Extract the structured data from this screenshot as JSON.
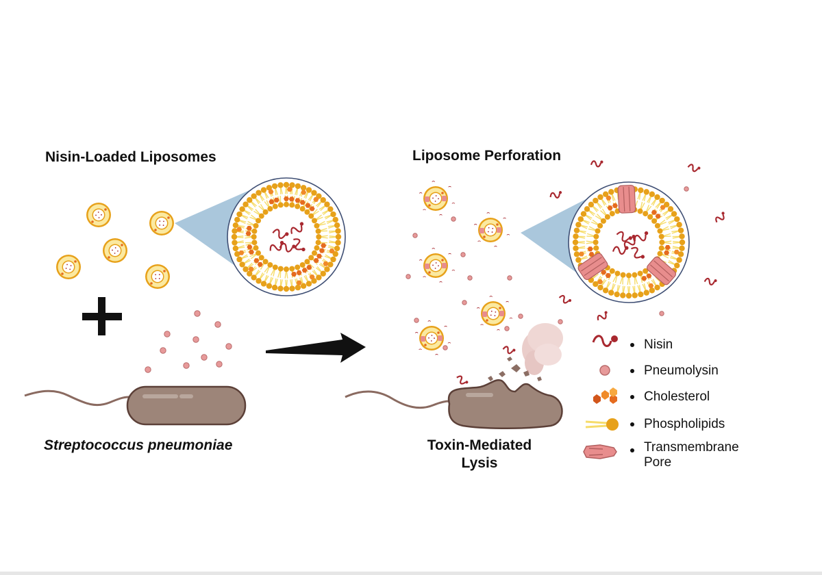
{
  "figure": {
    "left_panel_title": "Nisin-Loaded Liposomes",
    "right_panel_title": "Liposome Perforation",
    "bacterium_label": "Streptococcus pneumoniae",
    "lysis_label_line1": "Toxin-Mediated",
    "lysis_label_line2": "Lysis"
  },
  "legend": {
    "items": [
      {
        "label": "Nisin",
        "icon": "nisin-icon"
      },
      {
        "label": "Pneumolysin",
        "icon": "pneumolysin-icon"
      },
      {
        "label": "Cholesterol",
        "icon": "cholesterol-icon"
      },
      {
        "label": "Phospholipids",
        "icon": "phospholipid-icon"
      },
      {
        "label_line1": "Transmembrane",
        "label_line2": "Pore",
        "icon": "pore-icon"
      }
    ]
  },
  "colors": {
    "lipid_head": "#e7a11a",
    "lipid_tail": "#f6dc6a",
    "nisin": "#a8282f",
    "pneumolysin": "#e79a9a",
    "cholesterol": "#e56b1f",
    "pore": "#e88d8d",
    "zoom_cone": "#aac7dc",
    "bacterium": "#9d8579",
    "bacterium_outline": "#5c4038",
    "arrow": "#111111"
  }
}
